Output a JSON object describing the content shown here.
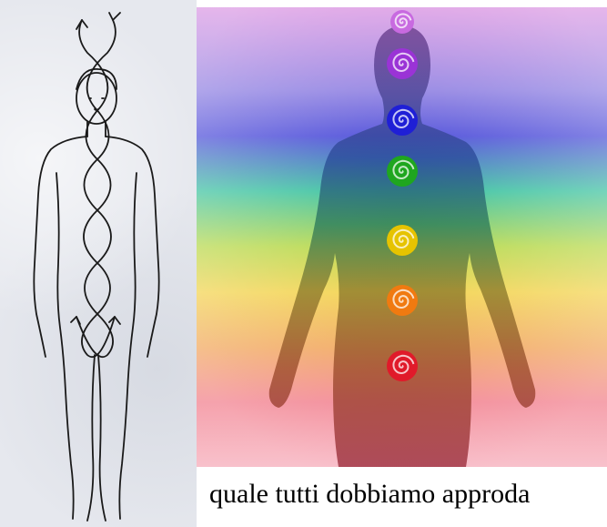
{
  "left_illustration": {
    "figure": "line-drawing-human-figure",
    "motif": "double-helix-spine"
  },
  "right_illustration": {
    "figure": "human-silhouette-aura",
    "chakras": [
      {
        "name": "crown",
        "color": "#c86ae0"
      },
      {
        "name": "third-eye",
        "color": "#9a33d6"
      },
      {
        "name": "throat",
        "color": "#1f1fd6"
      },
      {
        "name": "heart",
        "color": "#1fa61f"
      },
      {
        "name": "solar-plexus",
        "color": "#e6c300"
      },
      {
        "name": "sacral",
        "color": "#f07a10"
      },
      {
        "name": "root",
        "color": "#e01a2a"
      }
    ]
  },
  "caption": {
    "text": "quale tutti dobbiamo approda"
  }
}
